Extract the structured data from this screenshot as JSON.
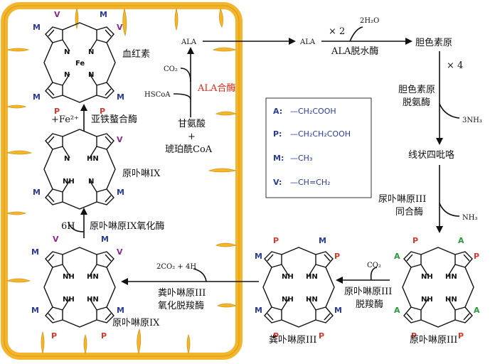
{
  "diagram": {
    "cell": {
      "color": "#f4b52b"
    },
    "inside": {
      "ala": "ALA",
      "co2": "CO₂",
      "hscoa": "HSCoA",
      "ala_synthase": "ALA合酶",
      "glycine": "甘氨酸",
      "plus": "+",
      "succinyl_coa": "琥珀酰CoA",
      "heme": "血红素",
      "fe_ion": "+Fe²⁺",
      "ferrochelatase": "亚铁螯合酶",
      "proto_ix": "原卟啉IX",
      "six_h": "6H",
      "proto_ix_oxidase": "原卟啉原IX氧化酶",
      "protogen_ix": "原卟啉原IX",
      "co2_4h": "2CO₂ + 4H",
      "copro_oxidase_1": "粪卟啉原III",
      "copro_oxidase_2": "氧化脱羧酶"
    },
    "outside": {
      "ala": "ALA",
      "times2": "× 2",
      "two_h2o": "2H₂O",
      "ala_dehydratase": "ALA脱水酶",
      "porphobilinogen": "胆色素原",
      "times4": "× 4",
      "pbg_deaminase_1": "胆色素原",
      "pbg_deaminase_2": "脱氨酶",
      "three_nh3": "3NH₃",
      "linear_tetrapyrrole": "线状四吡咯",
      "uro_cosynthase_1": "尿卟啉原III",
      "uro_cosynthase_2": "同合酶",
      "nh3": "NH₃",
      "co2": "CO₂",
      "uro_decarboxylase_1": "原卟啉原III",
      "uro_decarboxylase_2": "脱羧酶",
      "coproporphyrinogen": "粪卟啉原III",
      "uroporphyrinogen": "原卟啉原III"
    },
    "legend": [
      {
        "key": "A:",
        "value": "—CH₂COOH"
      },
      {
        "key": "P:",
        "value": "—CH₂CH₂COOH"
      },
      {
        "key": "M:",
        "value": "—CH₃"
      },
      {
        "key": "V:",
        "value": "—CH=CH₂"
      }
    ],
    "atoms": {
      "n": "N",
      "nh": "NH",
      "hn": "HN",
      "fe": "Fe"
    },
    "substituents": {
      "M": "M",
      "V": "V",
      "P": "P",
      "A": "A"
    },
    "colors": {
      "M": "#2a3b9a",
      "V": "#8b2a8b",
      "P": "#d63a2e",
      "A": "#2a9a3a",
      "enzyme_red": "#e02a1a"
    }
  }
}
